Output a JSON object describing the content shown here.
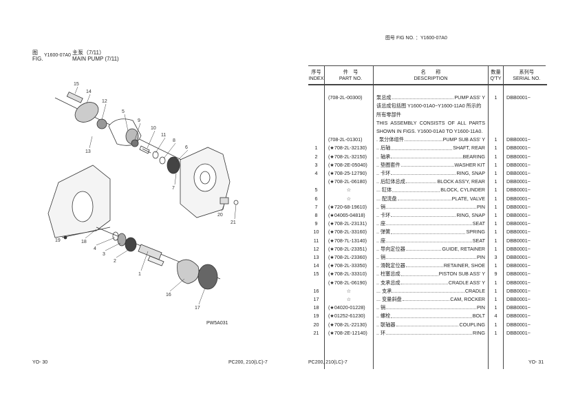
{
  "left_page": {
    "fig_label_cn": "图",
    "fig_label_en": "FIG.",
    "fig_no": "Y1600-07A0",
    "title_cn": "主泵（7/11）",
    "title_en": "MAIN PUMP (7/11)",
    "drawing_code": "PW5A031",
    "callouts": [
      "15",
      "14",
      "12",
      "5",
      "9",
      "10",
      "11",
      "8",
      "6",
      "7",
      "13",
      "20",
      "21",
      "19",
      "18",
      "4",
      "3",
      "2",
      "1",
      "16",
      "17"
    ],
    "footer_page": "YO- 30",
    "footer_model": "PC200, 210(LC)-7"
  },
  "right_page": {
    "fig_header": "图号 FIG NO.  ：Y1600-07A0",
    "columns": {
      "index_cn": "序号",
      "index_en": "INDEX",
      "part_cn": "件　号",
      "part_en": "PART NO.",
      "desc_cn": "名　　称",
      "desc_en": "DESCRIPTION",
      "qty_cn": "数量",
      "qty_en": "Q'TY",
      "serial_cn": "系列号",
      "serial_en": "SERIAL NO."
    },
    "assembly": {
      "part": "(708-2L-00300)",
      "cn": "泵总成",
      "en": "PUMP ASS' Y",
      "qty": "1",
      "serial": "DBB0001~"
    },
    "note_cn": "该总成包括图 Y1600-01A0~Y1600-11A0 所示的所有零部件",
    "note_en": "THIS ASSEMBLY CONSISTS OF ALL PARTS SHOWN IN FIGS. Y1600-01A0 TO Y1600-11A0.",
    "rows": [
      {
        "index": "",
        "part": "(708-2L-01301)",
        "cn": ". 泵分体组件",
        "en": "PUMP SUB ASS' Y",
        "qty": "1",
        "serial": "DBB0001~"
      },
      {
        "index": "1",
        "part": "(★708-2L-32130)",
        "cn": ".. 后轴",
        "en": "SHAFT, REAR",
        "qty": "1",
        "serial": "DBB0001~"
      },
      {
        "index": "2",
        "part": "(★708-2L-32150)",
        "cn": ".. 轴承",
        "en": "BEARING",
        "qty": "1",
        "serial": "DBB0001~"
      },
      {
        "index": "3",
        "part": "(★708-2E-05040)",
        "cn": ".. 垫圈套件",
        "en": "WASHER KIT",
        "qty": "1",
        "serial": "DBB0001~"
      },
      {
        "index": "4",
        "part": "(★708-25-12790)",
        "cn": ".. 卡环",
        "en": "RING, SNAP",
        "qty": "1",
        "serial": "DBB0001~"
      },
      {
        "index": "",
        "part": "(★708-2L-06180)",
        "cn": ".. 后缸体总成",
        "en": "BLOCK ASS'Y, REAR",
        "qty": "1",
        "serial": "DBB0001~"
      },
      {
        "index": "5",
        "part": "☆",
        "cn": "... 缸体",
        "en": "BLOCK, CYLINDER",
        "qty": "1",
        "serial": "DBB0001~"
      },
      {
        "index": "6",
        "part": "☆",
        "cn": "... 配流盘",
        "en": "PLATE, VALVE",
        "qty": "1",
        "serial": "DBB0001~"
      },
      {
        "index": "7",
        "part": "(★720-68-19610)",
        "cn": ".. 销",
        "en": "PIN",
        "qty": "1",
        "serial": "DBB0001~"
      },
      {
        "index": "8",
        "part": "(★04065-04818)",
        "cn": ".. 卡环",
        "en": "RING, SNAP",
        "qty": "1",
        "serial": "DBB0001~"
      },
      {
        "index": "9",
        "part": "(★708-2L-23131)",
        "cn": ".. 座",
        "en": "SEAT",
        "qty": "1",
        "serial": "DBB0001~"
      },
      {
        "index": "10",
        "part": "(★708-2L-33160)",
        "cn": ".. 弹簧",
        "en": "SPRING",
        "qty": "1",
        "serial": "DBB0001~"
      },
      {
        "index": "11",
        "part": "(★708-7L-13140)",
        "cn": ".. 座",
        "en": "SEAT",
        "qty": "1",
        "serial": "DBB0001~"
      },
      {
        "index": "12",
        "part": "(★708-2L-23351)",
        "cn": ".. 导向定位器",
        "en": "GUIDE, RETAINER",
        "qty": "1",
        "serial": "DBB0001~"
      },
      {
        "index": "13",
        "part": "(★708-2L-23360)",
        "cn": ".. 销",
        "en": "PIN",
        "qty": "3",
        "serial": "DBB0001~"
      },
      {
        "index": "14",
        "part": "(★708-2L-33350)",
        "cn": ".. 滑靴定位器",
        "en": "RETAINER, SHOE",
        "qty": "1",
        "serial": "DBB0001~"
      },
      {
        "index": "15",
        "part": "(★708-2L-33310)",
        "cn": ".. 柱塞总成",
        "en": "PISTON SUB ASS' Y",
        "qty": "9",
        "serial": "DBB0001~"
      },
      {
        "index": "",
        "part": "(★708-2L-06190)",
        "cn": ".. 支承总成",
        "en": "CRADLE ASS' Y",
        "qty": "1",
        "serial": "DBB0001~"
      },
      {
        "index": "16",
        "part": "☆",
        "cn": "... 支承",
        "en": "CRADLE",
        "qty": "1",
        "serial": "DBB0001~"
      },
      {
        "index": "17",
        "part": "☆",
        "cn": "... 变量斜盘",
        "en": "CAM, ROCKER",
        "qty": "1",
        "serial": "DBB0001~"
      },
      {
        "index": "18",
        "part": "(★04020-01228)",
        "cn": ".. 销",
        "en": "PIN",
        "qty": "1",
        "serial": "DBB0001~"
      },
      {
        "index": "19",
        "part": "(★01252-61230)",
        "cn": ".. 螺栓",
        "en": "BOLT",
        "qty": "4",
        "serial": "DBB0001~"
      },
      {
        "index": "20",
        "part": "(★708-2L-22130)",
        "cn": ".. 联轴器",
        "en": "COUPLING",
        "qty": "1",
        "serial": "DBB0001~"
      },
      {
        "index": "21",
        "part": "(★708-2E-12140)",
        "cn": ".. 环",
        "en": "RING",
        "qty": "1",
        "serial": "DBB0001~"
      }
    ],
    "footer_model": "PC200, 210(LC)-7",
    "footer_page": "YO- 31"
  }
}
